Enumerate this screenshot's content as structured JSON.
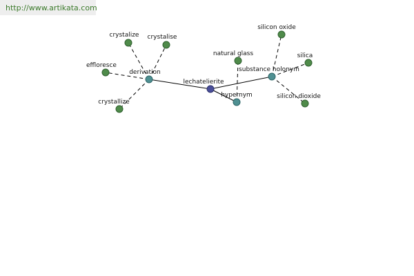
{
  "url": "http://www.artikata.com",
  "colors": {
    "leaf_node": "#4f8b4a",
    "relation_node": "#4f9092",
    "center_node": "#4a4f9a",
    "url_text": "#3b7a2a"
  },
  "graph": {
    "center": "lechatelierite",
    "relations": [
      "derivation",
      "hypernym",
      "substance holonym"
    ],
    "terms": {
      "derivation": [
        "crystalize",
        "crystalise",
        "effloresce",
        "crystallize"
      ],
      "hypernym": [
        "natural glass"
      ],
      "substance holonym": [
        "silicon oxide",
        "silica",
        "silicon dioxide"
      ]
    }
  }
}
